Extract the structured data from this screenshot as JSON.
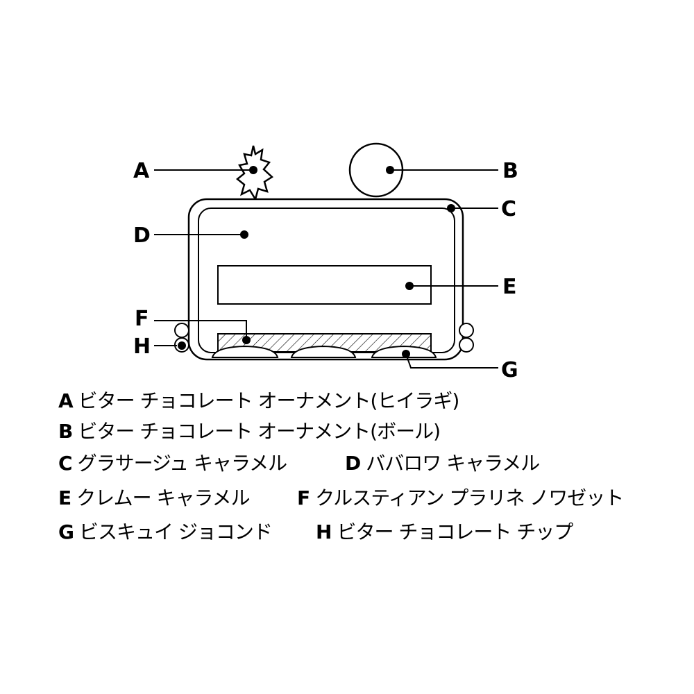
{
  "labels": {
    "A": "A",
    "B": "B",
    "C": "C",
    "D": "D",
    "E": "E",
    "F": "F",
    "G": "G",
    "H": "H"
  },
  "legend": [
    {
      "key": "A",
      "text": "ビター チョコレート オーナメント(ヒイラギ)"
    },
    {
      "key": "B",
      "text": "ビター チョコレート オーナメント(ボール)"
    },
    {
      "key": "C",
      "text": "グラサージュ キャラメル"
    },
    {
      "key": "D",
      "text": "ババロワ キャラメル"
    },
    {
      "key": "E",
      "text": "クレムー キャラメル"
    },
    {
      "key": "F",
      "text": "クルスティアン プラリネ ノワゼット"
    },
    {
      "key": "G",
      "text": "ビスキュイ ジョコンド"
    },
    {
      "key": "H",
      "text": "ビター チョコレート チップ"
    }
  ]
}
